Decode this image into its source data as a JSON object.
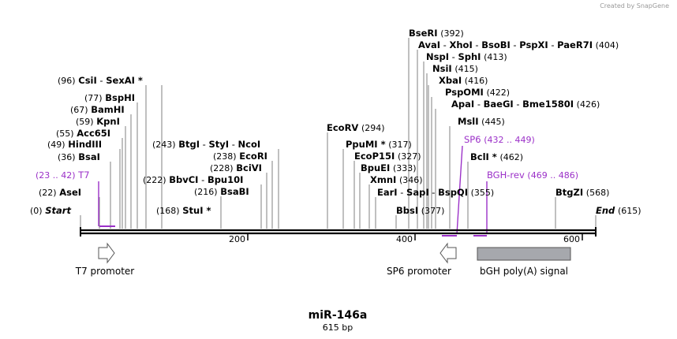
{
  "credit": "Created by SnapGene",
  "title": "miR-146a",
  "subtitle": "615 bp",
  "ruler": [
    "200",
    "400",
    "600"
  ],
  "sites": [
    {
      "pos": "(0)",
      "parts": [
        {
          "t": "Start",
          "i": true
        }
      ]
    },
    {
      "pos": "(22)",
      "parts": [
        {
          "t": "AseI"
        }
      ]
    },
    {
      "pos": "(36)",
      "parts": [
        {
          "t": "BsaI"
        }
      ]
    },
    {
      "pos": "(49)",
      "parts": [
        {
          "t": "HindIII"
        }
      ]
    },
    {
      "pos": "(55)",
      "parts": [
        {
          "t": "Acc65I"
        }
      ]
    },
    {
      "pos": "(59)",
      "parts": [
        {
          "t": "KpnI"
        }
      ]
    },
    {
      "pos": "(67)",
      "parts": [
        {
          "t": "BamHI"
        }
      ]
    },
    {
      "pos": "(77)",
      "parts": [
        {
          "t": "BspHI"
        }
      ]
    },
    {
      "pos": "(96)",
      "parts": [
        {
          "t": "CsiI"
        },
        {
          "t": " - "
        },
        {
          "t": "SexAI *"
        }
      ]
    },
    {
      "pos": "(168)",
      "parts": [
        {
          "t": "StuI *"
        }
      ]
    },
    {
      "pos": "(216)",
      "parts": [
        {
          "t": "BsaBI"
        }
      ]
    },
    {
      "pos": "(222)",
      "parts": [
        {
          "t": "BbvCI"
        },
        {
          "t": " - "
        },
        {
          "t": "Bpu10I"
        }
      ]
    },
    {
      "pos": "(228)",
      "parts": [
        {
          "t": "BciVI"
        }
      ]
    },
    {
      "pos": "(238)",
      "parts": [
        {
          "t": "EcoRI"
        }
      ]
    },
    {
      "pos": "(243)",
      "parts": [
        {
          "t": "BtgI"
        },
        {
          "t": " - "
        },
        {
          "t": "StyI"
        },
        {
          "t": " - "
        },
        {
          "t": "NcoI"
        }
      ]
    },
    {
      "pos": "(294)",
      "parts": [
        {
          "t": "EcoRV"
        }
      ]
    },
    {
      "pos": "(317)",
      "parts": [
        {
          "t": "PpuMI *"
        }
      ]
    },
    {
      "pos": "(327)",
      "parts": [
        {
          "t": "EcoP15I"
        }
      ]
    },
    {
      "pos": "(333)",
      "parts": [
        {
          "t": "BpuEI"
        }
      ]
    },
    {
      "pos": "(346)",
      "parts": [
        {
          "t": "XmnI"
        }
      ]
    },
    {
      "pos": "(355)",
      "parts": [
        {
          "t": "EarI"
        },
        {
          "t": " - "
        },
        {
          "t": "SapI"
        },
        {
          "t": " - "
        },
        {
          "t": "BspQI"
        }
      ]
    },
    {
      "pos": "(377)",
      "parts": [
        {
          "t": "BbsI"
        }
      ]
    },
    {
      "pos": "(392)",
      "parts": [
        {
          "t": "BseRI"
        }
      ]
    },
    {
      "pos": "(404)",
      "parts": [
        {
          "t": "AvaI"
        },
        {
          "t": " - "
        },
        {
          "t": "XhoI"
        },
        {
          "t": " - "
        },
        {
          "t": "BsoBI"
        },
        {
          "t": " - "
        },
        {
          "t": "PspXI"
        },
        {
          "t": " - "
        },
        {
          "t": "PaeR7I"
        }
      ]
    },
    {
      "pos": "(413)",
      "parts": [
        {
          "t": "NspI"
        },
        {
          "t": " - "
        },
        {
          "t": "SphI"
        }
      ]
    },
    {
      "pos": "(415)",
      "parts": [
        {
          "t": "NsiI"
        }
      ]
    },
    {
      "pos": "(416)",
      "parts": [
        {
          "t": "XbaI"
        }
      ]
    },
    {
      "pos": "(422)",
      "parts": [
        {
          "t": "PspOMI"
        }
      ]
    },
    {
      "pos": "(426)",
      "parts": [
        {
          "t": "ApaI"
        },
        {
          "t": " - "
        },
        {
          "t": "BaeGI"
        },
        {
          "t": " - "
        },
        {
          "t": "Bme1580I"
        }
      ]
    },
    {
      "pos": "(445)",
      "parts": [
        {
          "t": "MslI"
        }
      ]
    },
    {
      "pos": "(462)",
      "parts": [
        {
          "t": "BclI *"
        }
      ]
    },
    {
      "pos": "(568)",
      "parts": [
        {
          "t": "BtgZI"
        }
      ]
    },
    {
      "pos": "(615)",
      "parts": [
        {
          "t": "End",
          "i": true
        }
      ]
    }
  ],
  "primers": [
    {
      "name": "T7",
      "range": "(23 .. 42)"
    },
    {
      "name": "SP6",
      "range": "(432 .. 449)"
    },
    {
      "name": "BGH-rev",
      "range": "(469 .. 486)"
    }
  ],
  "features": [
    {
      "name": "T7 promoter"
    },
    {
      "name": "SP6 promoter"
    },
    {
      "name": "bGH poly(A) signal"
    }
  ],
  "colors": {
    "primer": "#9b30c8",
    "feature_box": "#a6a8ad",
    "arrow_stroke": "#555555"
  }
}
